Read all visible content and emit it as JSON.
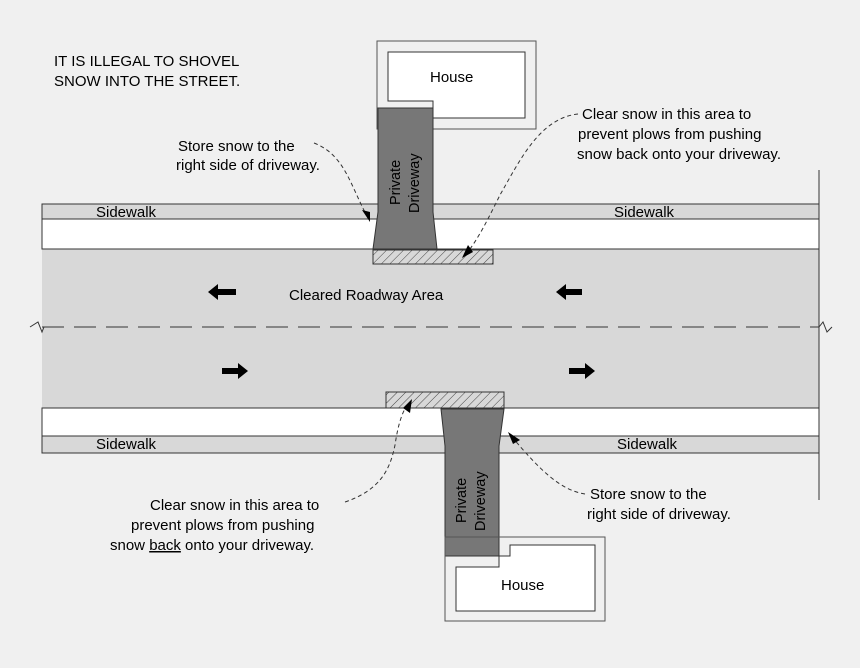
{
  "notice": {
    "line1": "IT IS ILLEGAL TO SHOVEL",
    "line2": "SNOW INTO THE STREET."
  },
  "top_side": {
    "house_label": "House",
    "driveway_line1": "Private",
    "driveway_line2": "Driveway",
    "store_note": {
      "line1": "Store snow to the",
      "line2": "right side of driveway."
    },
    "clear_note": {
      "line1": "Clear snow in this area to",
      "line2": "prevent plows from pushing",
      "line3": "snow back onto your driveway."
    },
    "sidewalk_left": "Sidewalk",
    "sidewalk_right": "Sidewalk"
  },
  "bottom_side": {
    "house_label": "House",
    "driveway_line1": "Private",
    "driveway_line2": "Driveway",
    "store_note": {
      "line1": "Store snow to the",
      "line2": "right side of driveway."
    },
    "clear_note": {
      "line1": "Clear snow in this area to",
      "line2": "prevent plows from pushing",
      "line3_underlined": "back",
      "line3_pre": "snow ",
      "line3_post": " onto your driveway."
    },
    "sidewalk_left": "Sidewalk",
    "sidewalk_right": "Sidewalk"
  },
  "roadway": {
    "label": "Cleared Roadway Area",
    "upper_lane_direction": "left",
    "lower_lane_direction": "right"
  },
  "colors": {
    "background": "#f0f0f0",
    "road": "#d8d8d8",
    "sidewalk": "#d8d8d8",
    "driveway": "#777777",
    "outline": "#333333"
  }
}
